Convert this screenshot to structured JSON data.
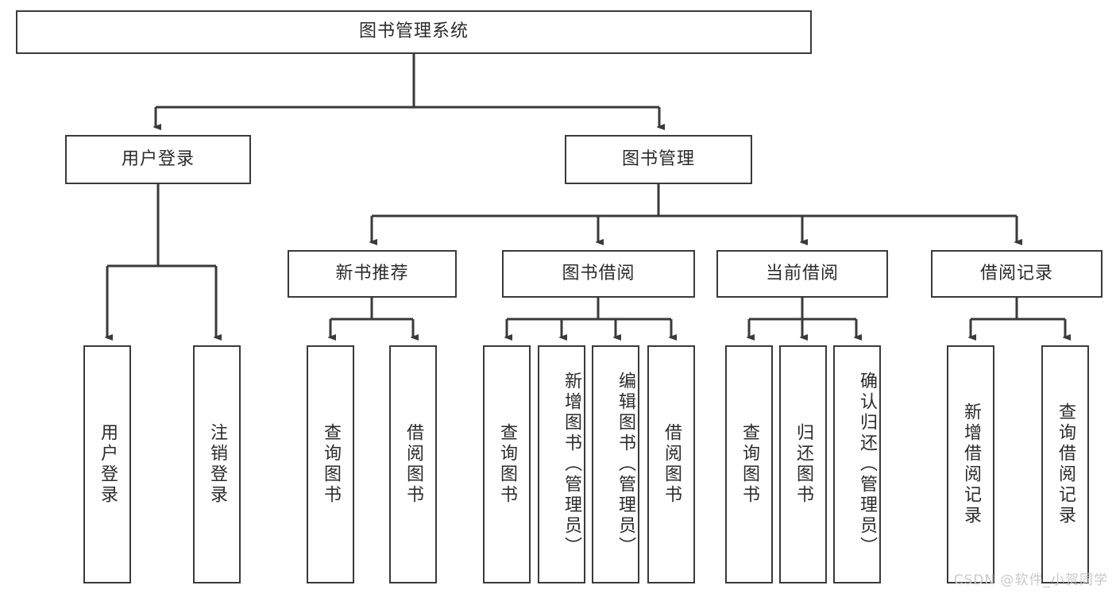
{
  "diagram": {
    "title": "图书管理系统",
    "root": {
      "label": "图书管理系统"
    },
    "level2": [
      {
        "label": "用户登录"
      },
      {
        "label": "图书管理"
      }
    ],
    "level3": [
      {
        "label": "新书推荐"
      },
      {
        "label": "图书借阅"
      },
      {
        "label": "当前借阅"
      },
      {
        "label": "借阅记录"
      }
    ],
    "leaves": {
      "user_login": [
        {
          "label": "用户登录"
        },
        {
          "label": "注销登录"
        }
      ],
      "new_book_recommend": [
        {
          "label": "查询图书"
        },
        {
          "label": "借阅图书"
        }
      ],
      "book_borrow": [
        {
          "label": "查询图书"
        },
        {
          "label": "新增图书（管理员）"
        },
        {
          "label": "编辑图书（管理员）"
        },
        {
          "label": "借阅图书"
        }
      ],
      "current_borrow": [
        {
          "label": "查询图书"
        },
        {
          "label": "归还图书"
        },
        {
          "label": "确认归还（管理员）"
        }
      ],
      "borrow_record": [
        {
          "label": "新增借阅记录"
        },
        {
          "label": "查询借阅记录"
        }
      ]
    }
  },
  "watermark": {
    "text": "CSDN @软件_小贺同学"
  },
  "colors": {
    "stroke": "#3a3a3a",
    "text": "#2b2b2b",
    "background": "#ffffff",
    "watermark": "#c9c9c9"
  }
}
